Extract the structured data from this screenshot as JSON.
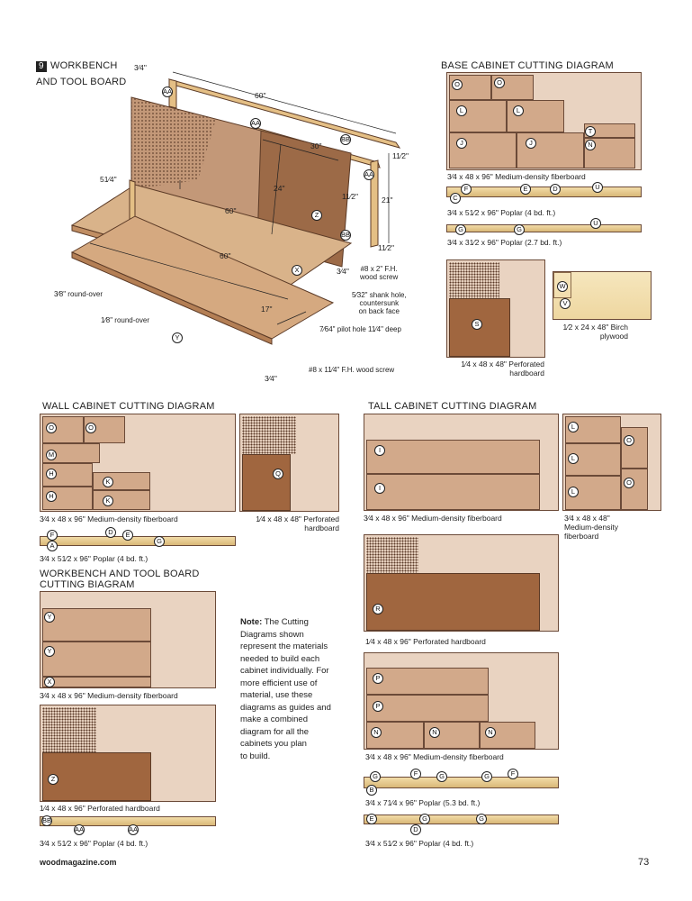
{
  "figure": {
    "number": "9",
    "title_line1": "WORKBENCH",
    "title_line2": "AND TOOL BOARD"
  },
  "dims": {
    "d_34_top": "3⁄4\"",
    "d_60_top": "60\"",
    "d_30": "30\"",
    "d_112_a": "11⁄2\"",
    "d_514": "51⁄4\"",
    "d_24": "24\"",
    "d_60_mid": "60\"",
    "d_112_b": "11⁄2\"",
    "d_21": "21\"",
    "d_60_low": "60\"",
    "d_112_c": "11⁄2\"",
    "d_34_mid": "3⁄4\"",
    "d_17": "17\"",
    "d_34_bot": "3⁄4\""
  },
  "callouts": {
    "roundover_38": "3⁄8\" round-over",
    "roundover_18": "1⁄8\" round-over",
    "screw_2": [
      "#8 x 2\" F.H.",
      "wood screw"
    ],
    "shank_hole": [
      "5⁄32\" shank hole,",
      "countersunk",
      "on back face"
    ],
    "pilot_hole": "7⁄64\" pilot hole 11⁄4\" deep",
    "screw_114": "#8 x 11⁄4\" F.H. wood screw"
  },
  "assembly_parts": [
    "AA",
    "AA",
    "BB",
    "AA",
    "BB",
    "Z",
    "X",
    "Y"
  ],
  "base": {
    "title": "BASE CABINET CUTTING DIAGRAM",
    "mdf_caption": "3⁄4 x 48 x 96\" Medium-density fiberboard",
    "poplar1_caption": "3⁄4 x 51⁄2 x 96\" Poplar (4 bd. ft.)",
    "poplar2_caption": "3⁄4 x 31⁄2 x 96\" Poplar (2.7 bd. ft.)",
    "hardboard_caption": [
      "1⁄4 x 48 x 48\" Perforated",
      "hardboard"
    ],
    "birch_caption": [
      "1⁄2 x 24 x 48\" Birch",
      "plywood"
    ],
    "mdf_parts": [
      "O",
      "O",
      "L",
      "L",
      "J",
      "J",
      "T",
      "N"
    ],
    "poplar1_parts": [
      "F",
      "C",
      "E",
      "D",
      "U"
    ],
    "poplar2_parts": [
      "G",
      "G",
      "U"
    ],
    "hardboard_part": "S",
    "birch_parts": [
      "W",
      "V"
    ]
  },
  "wall": {
    "title": "WALL CABINET CUTTING DIAGRAM",
    "mdf_caption": "3⁄4 x 48 x 96\" Medium-density fiberboard",
    "hardboard_caption": [
      "1⁄4 x 48 x 48\" Perforated",
      "hardboard"
    ],
    "poplar_caption": "3⁄4 x 51⁄2 x 96\" Poplar (4 bd. ft.)",
    "mdf_parts": [
      "O",
      "O",
      "M",
      "H",
      "K",
      "H",
      "K"
    ],
    "hardboard_part": "Q",
    "poplar_parts": [
      "F",
      "D",
      "E",
      "A",
      "G"
    ]
  },
  "tall": {
    "title": "TALL CABINET CUTTING DIAGRAM",
    "mdf_caption": "3⁄4 x 48 x 96\" Medium-density fiberboard",
    "mdf48_caption": [
      "3⁄4 x 48 x 48\"",
      "Medium-density",
      "fiberboard"
    ],
    "hardboard_caption": "1⁄4 x 48 x 96\" Perforated hardboard",
    "mdf2_caption": "3⁄4 x 48 x 96\" Medium-density fiberboard",
    "poplar1_caption": "3⁄4 x 71⁄4 x 96\" Poplar (5.3 bd. ft.)",
    "poplar2_caption": "3⁄4 x 51⁄2 x 96\" Poplar (4 bd. ft.)",
    "mdf_parts": [
      "I",
      "I"
    ],
    "mdf48_parts": [
      "L",
      "O",
      "L",
      "L",
      "O"
    ],
    "hardboard_part": "R",
    "mdf2_parts": [
      "P",
      "P",
      "N",
      "N",
      "N"
    ],
    "poplar1_parts": [
      "G",
      "F",
      "G",
      "G",
      "F",
      "B"
    ],
    "poplar2_parts": [
      "E",
      "G",
      "G",
      "D"
    ]
  },
  "workbench": {
    "title_line1": "WORKBENCH AND TOOL BOARD",
    "title_line2": "CUTTING BIAGRAM",
    "mdf_caption": "3⁄4 x 48 x 96\" Medium-density fiberboard",
    "hardboard_caption": "1⁄4 x 48 x 96\" Perforated hardboard",
    "poplar_caption": "3⁄4 x 51⁄2 x 96\" Poplar (4 bd. ft.)",
    "mdf_parts": [
      "Y",
      "Y",
      "X"
    ],
    "hardboard_part": "Z",
    "poplar_parts": [
      "BB",
      "AA",
      "AA"
    ]
  },
  "note": {
    "label": "Note:",
    "lines": [
      " The Cutting",
      "Diagrams shown",
      "represent the materials",
      "needed to build each",
      "cabinet individually. For",
      "more efficient use of",
      "material, use these",
      "diagrams as guides and",
      "make a combined",
      "diagram for all the",
      "cabinets you plan",
      "to build."
    ]
  },
  "footer": {
    "site": "woodmagazine.com",
    "page": "73"
  }
}
